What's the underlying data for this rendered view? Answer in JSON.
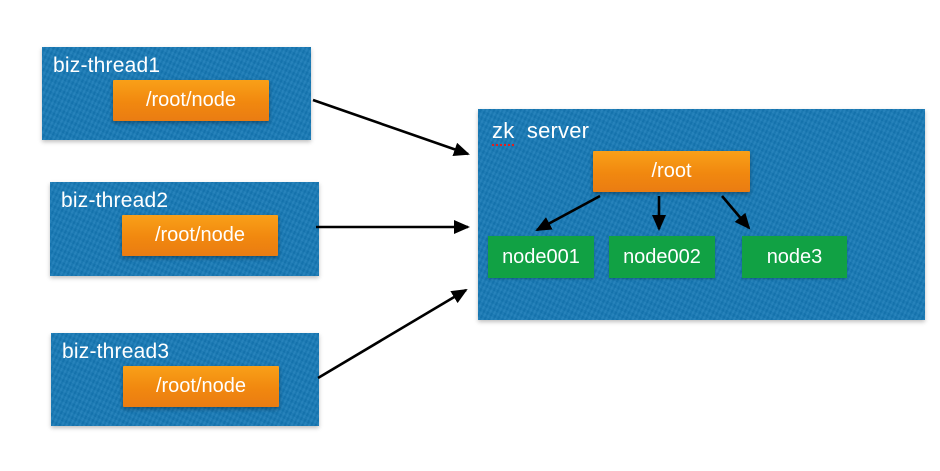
{
  "diagram": {
    "threads": [
      {
        "label": "biz-thread1",
        "node_label": "/root/node"
      },
      {
        "label": "biz-thread2",
        "node_label": "/root/node"
      },
      {
        "label": "biz-thread3",
        "node_label": "/root/node"
      }
    ],
    "server": {
      "label": "zk server",
      "label_misspelled_part": "zk",
      "label_rest_part": "server",
      "root_label": "/root",
      "children": [
        {
          "label": "node001"
        },
        {
          "label": "node002"
        },
        {
          "label": "node3"
        }
      ]
    },
    "colors": {
      "panel_blue": "#1679B6",
      "chip_orange_top": "#F9A018",
      "chip_orange_bottom": "#EA7C12",
      "node_green": "#11A144",
      "arrow_black": "#000000",
      "label_white": "#FFFFFF",
      "spellcheck_red": "#E41E1E"
    }
  }
}
